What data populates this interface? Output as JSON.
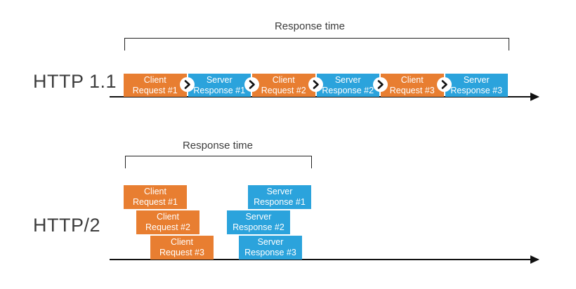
{
  "colors": {
    "client": "#E87E31",
    "server": "#2BA3DC",
    "box_text": "#FFFFFF",
    "label_text": "#3D3D3D",
    "line": "#111111",
    "connector_bg": "#FFFFFF",
    "connector_glyph": "#111111"
  },
  "icons": {
    "connector": "chevron-right"
  },
  "http11": {
    "label": "HTTP 1.1",
    "response_time_label": "Response time",
    "sequence": [
      {
        "type": "client",
        "lines": [
          "Client",
          "Request #1"
        ]
      },
      {
        "type": "server",
        "lines": [
          "Server",
          "Response #1"
        ]
      },
      {
        "type": "client",
        "lines": [
          "Client",
          "Request #2"
        ]
      },
      {
        "type": "server",
        "lines": [
          "Server",
          "Response #2"
        ]
      },
      {
        "type": "client",
        "lines": [
          "Client",
          "Request #3"
        ]
      },
      {
        "type": "server",
        "lines": [
          "Server",
          "Response #3"
        ]
      }
    ]
  },
  "http2": {
    "label": "HTTP/2",
    "response_time_label": "Response time",
    "client_requests": [
      {
        "lines": [
          "Client",
          "Request #1"
        ]
      },
      {
        "lines": [
          "Client",
          "Request #2"
        ]
      },
      {
        "lines": [
          "Client",
          "Request #3"
        ]
      }
    ],
    "server_responses": [
      {
        "lines": [
          "Server",
          "Response #1"
        ]
      },
      {
        "lines": [
          "Server",
          "Response #2"
        ]
      },
      {
        "lines": [
          "Server",
          "Response #3"
        ]
      }
    ]
  }
}
